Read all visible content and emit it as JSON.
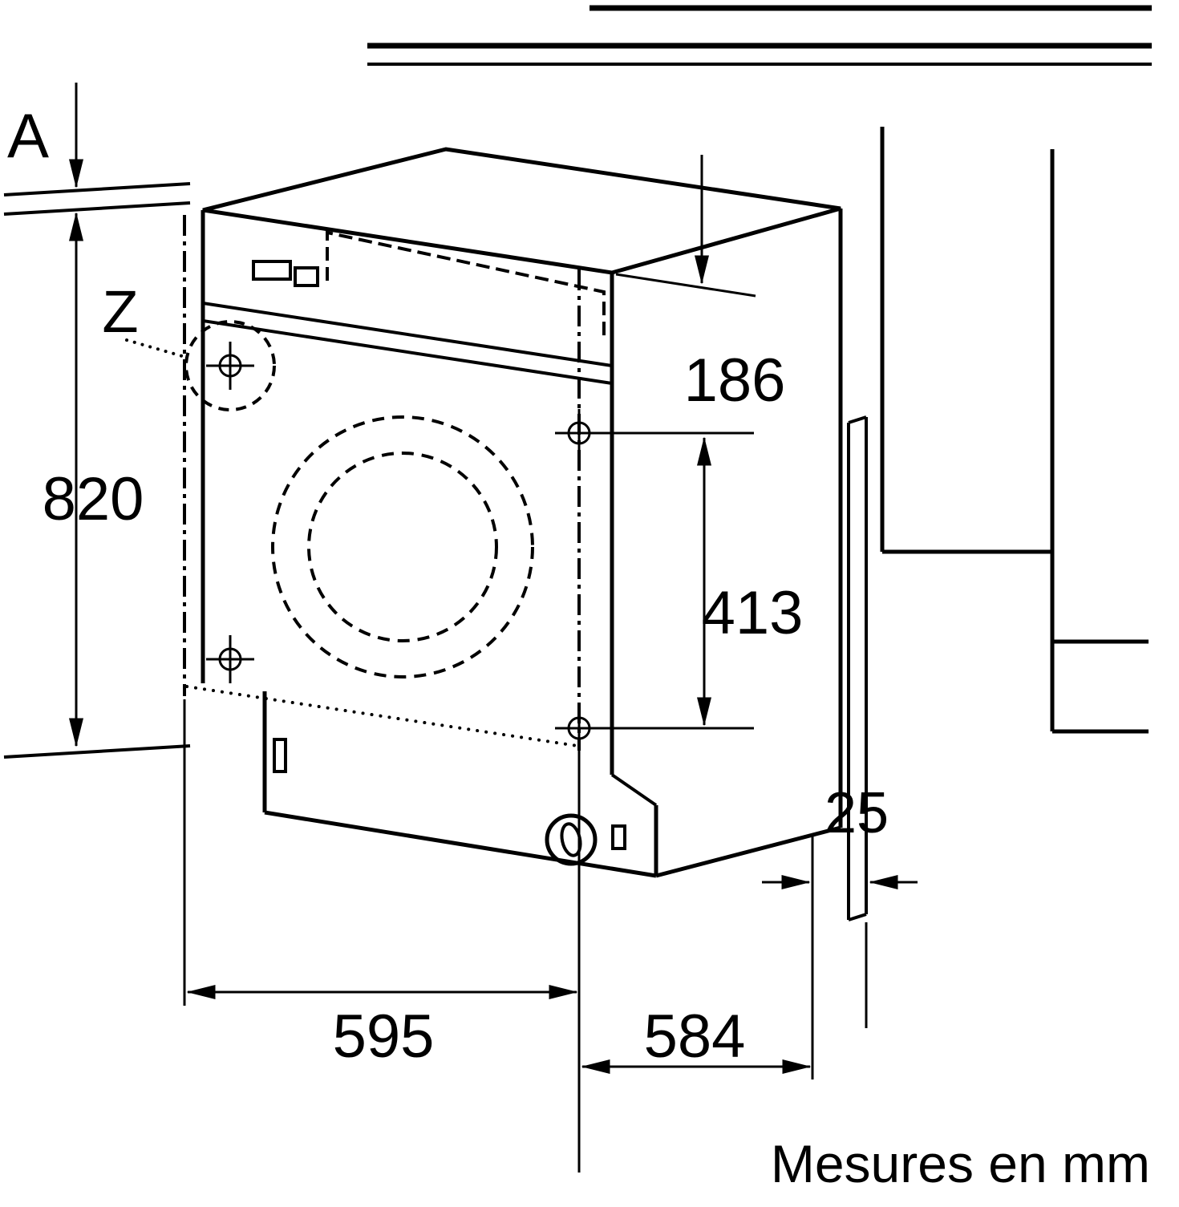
{
  "labels": {
    "niche_gap": "A",
    "detail_mark": "Z",
    "height": "820",
    "top_offset": "186",
    "hinge_spacing": "413",
    "panel_thickness": "25",
    "width": "595",
    "depth": "584"
  },
  "caption": "Mesures en mm",
  "colors": {
    "line": "#000000",
    "background": "#ffffff"
  }
}
